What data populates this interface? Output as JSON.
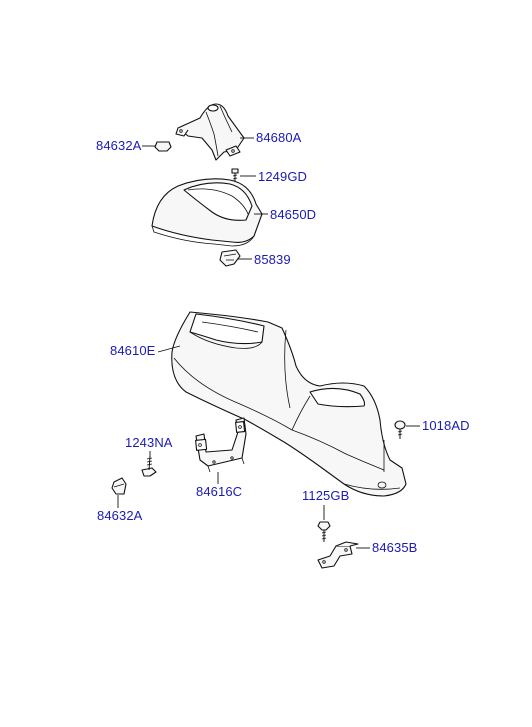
{
  "diagram": {
    "labels": {
      "boot_clip": "84632A",
      "shift_boot": "84680A",
      "screw_top": "1249GD",
      "cover": "84650D",
      "clip": "85839",
      "console_body": "84610E",
      "screw_right": "1018AD",
      "bolt_left": "1243NA",
      "bracket_left": "84616C",
      "clip_lower": "84632A",
      "bolt_lower": "1125GB",
      "bracket_right": "84635B"
    },
    "colors": {
      "label": "#1a1ab4",
      "line": "#111111",
      "background": "#ffffff"
    }
  }
}
